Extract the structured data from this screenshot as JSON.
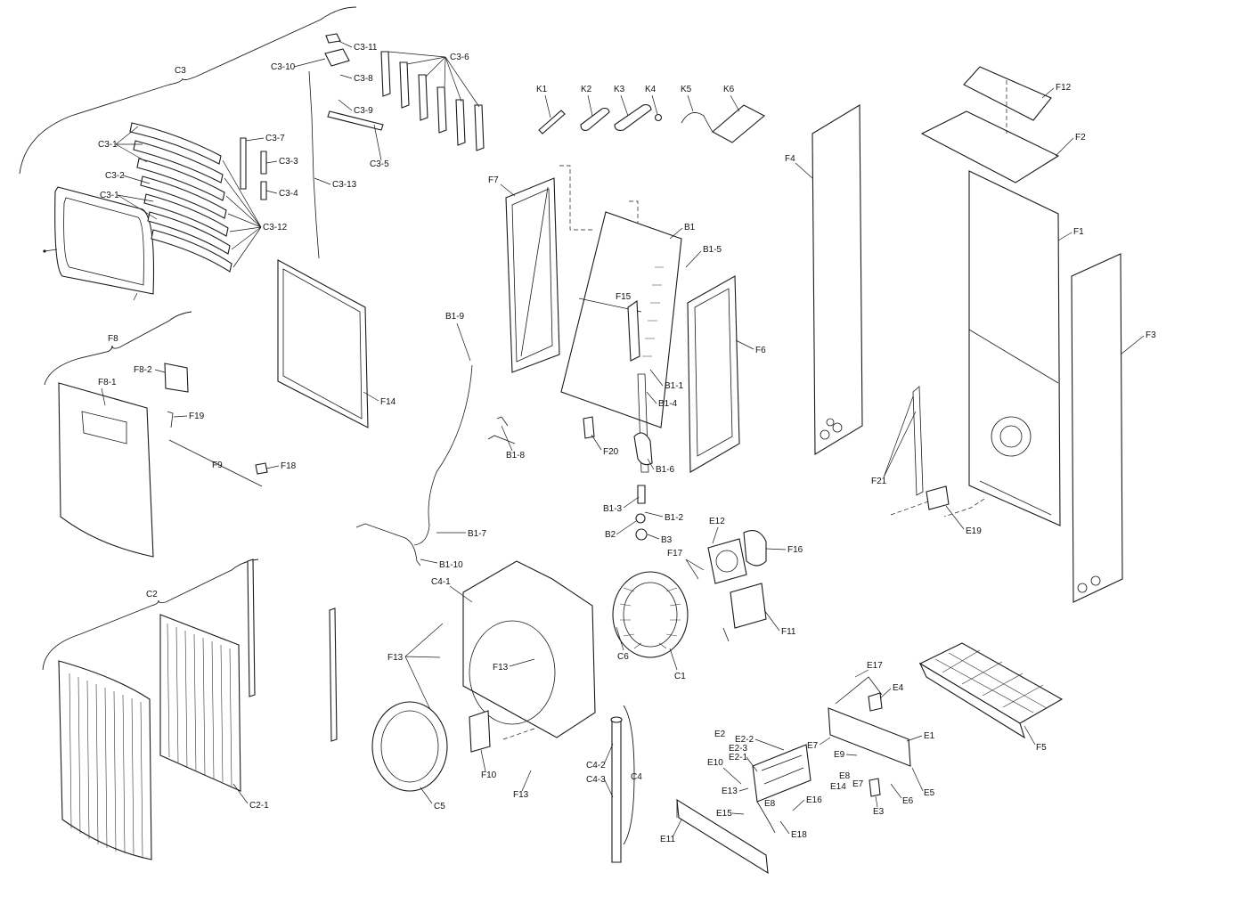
{
  "labels": {
    "C3": "C3",
    "C3_1": "C3-1",
    "C3_1b": "C3-1",
    "C3_2": "C3-2",
    "C3_3": "C3-3",
    "C3_4": "C3-4",
    "C3_5": "C3-5",
    "C3_6": "C3-6",
    "C3_7": "C3-7",
    "C3_8": "C3-8",
    "C3_9": "C3-9",
    "C3_10": "C3-10",
    "C3_11": "C3-11",
    "C3_12": "C3-12",
    "C3_13": "C3-13",
    "K1": "K1",
    "K2": "K2",
    "K3": "K3",
    "K4": "K4",
    "K5": "K5",
    "K6": "K6",
    "F1": "F1",
    "F2": "F2",
    "F3": "F3",
    "F4": "F4",
    "F5": "F5",
    "F6": "F6",
    "F7": "F7",
    "F8": "F8",
    "F8_1": "F8-1",
    "F8_2": "F8-2",
    "F9": "F9",
    "F10": "F10",
    "F11": "F11",
    "F12": "F12",
    "F13a": "F13",
    "F13b": "F13",
    "F13c": "F13",
    "F14": "F14",
    "F15": "F15",
    "F16": "F16",
    "F17": "F17",
    "F18": "F18",
    "F19": "F19",
    "F20": "F20",
    "F21": "F21",
    "B1": "B1",
    "B1_1": "B1-1",
    "B1_2": "B1-2",
    "B1_3": "B1-3",
    "B1_4": "B1-4",
    "B1_5": "B1-5",
    "B1_6": "B1-6",
    "B1_7": "B1-7",
    "B1_8": "B1-8",
    "B1_9": "B1-9",
    "B1_10": "B1-10",
    "B2": "B2",
    "B3": "B3",
    "C1": "C1",
    "C2": "C2",
    "C2_1": "C2-1",
    "C4": "C4",
    "C4_1": "C4-1",
    "C4_2": "C4-2",
    "C4_3": "C4-3",
    "C5": "C5",
    "C6": "C6",
    "E1": "E1",
    "E2": "E2",
    "E2_1": "E2-1",
    "E2_2": "E2-2",
    "E2_3": "E2-3",
    "E3": "E3",
    "E4": "E4",
    "E5": "E5",
    "E6": "E6",
    "E7a": "E7",
    "E7b": "E7",
    "E8a": "E8",
    "E8b": "E8",
    "E9": "E9",
    "E10": "E10",
    "E11": "E11",
    "E12": "E12",
    "E13": "E13",
    "E14": "E14",
    "E15": "E15",
    "E16": "E16",
    "E17": "E17",
    "E18": "E18",
    "E19": "E19"
  }
}
